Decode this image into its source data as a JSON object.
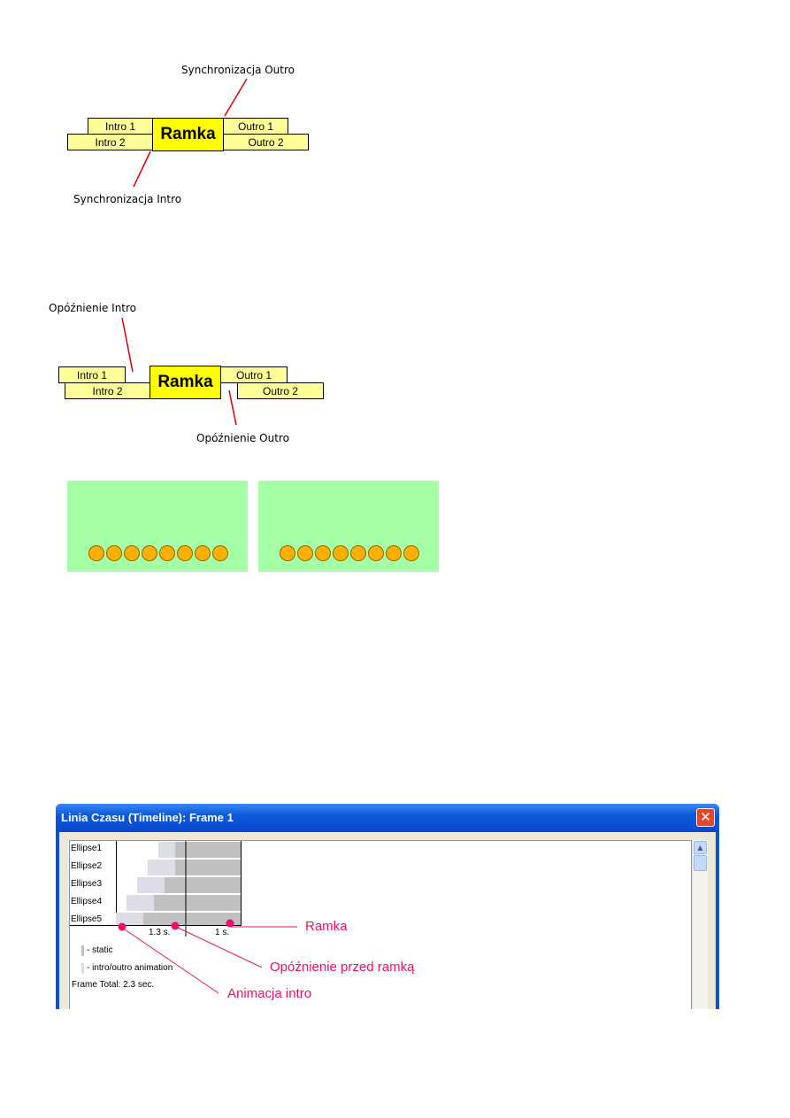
{
  "diagram1": {
    "sync_outro_label": "Synchronizacja Outro",
    "sync_intro_label": "Synchronizacja Intro",
    "intro1": "Intro 1",
    "intro2": "Intro 2",
    "frame": "Ramka",
    "outro1": "Outro 1",
    "outro2": "Outro 2"
  },
  "diagram2": {
    "delay_intro_label": "Opóźnienie Intro",
    "delay_outro_label": "Opóźnienie Outro",
    "intro1": "Intro 1",
    "intro2": "Intro 2",
    "frame": "Ramka",
    "outro1": "Outro 1",
    "outro2": "Outro 2"
  },
  "panels": {
    "color": "#a6fea6",
    "dot_color": "#ffb000",
    "dots_per_panel": 8
  },
  "timeline_window": {
    "title": "Linia Czasu (Timeline): Frame 1",
    "close_icon": "close-x-icon",
    "rows": [
      "Ellipse1",
      "Ellipse2",
      "Ellipse3",
      "Ellipse4",
      "Ellipse5"
    ],
    "time_labels": [
      "1.3 s.",
      "1 s."
    ],
    "legend_static": "- static",
    "legend_anim": "- intro/outro animation",
    "frame_total": "Frame Total: 2.3 sec."
  },
  "annotations": {
    "frame": "Ramka",
    "delay_before_frame": "Opóźnienie przed ramką",
    "intro_animation": "Animacja intro",
    "color": "#ee1166"
  }
}
